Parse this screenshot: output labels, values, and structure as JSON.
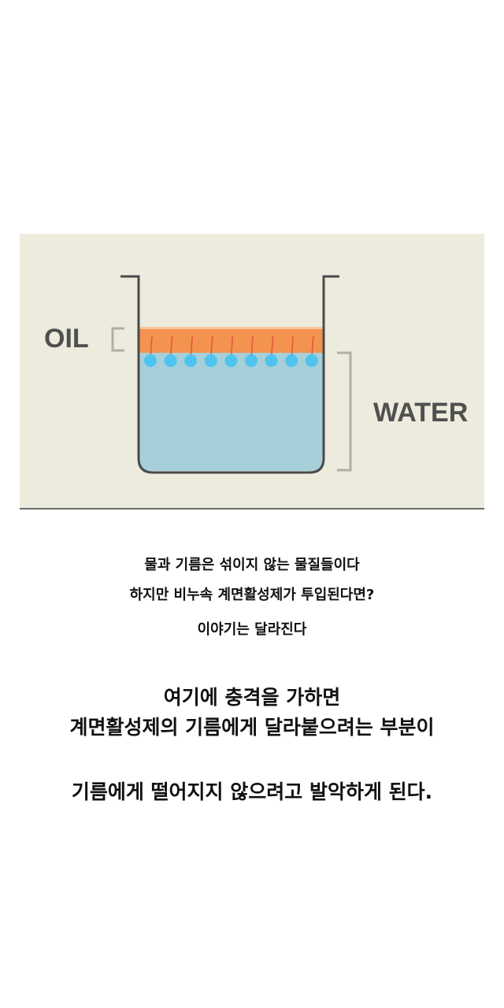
{
  "diagram": {
    "oil_label": "OIL",
    "water_label": "WATER",
    "colors": {
      "background": "#ecebdd",
      "oil": "#f4924f",
      "water": "#a6cfd9",
      "surfactant_head": "#4fc3f0",
      "surfactant_tail": "#e0563a",
      "beaker": "#4a4a4a",
      "bracket": "#b0aea6"
    },
    "surfactant_count": 9
  },
  "caption": {
    "lines_small": [
      "물과 기름은 섞이지 않는 물질들이다",
      "하지만 비누속 계면활성제가 투입된다면?",
      "이야기는 달라진다"
    ],
    "lines_large": [
      "여기에 충격을 가하면",
      "계면활성제의 기름에게 달라붙으려는 부분이",
      "기름에게 떨어지지 않으려고 발악하게 된다."
    ]
  }
}
